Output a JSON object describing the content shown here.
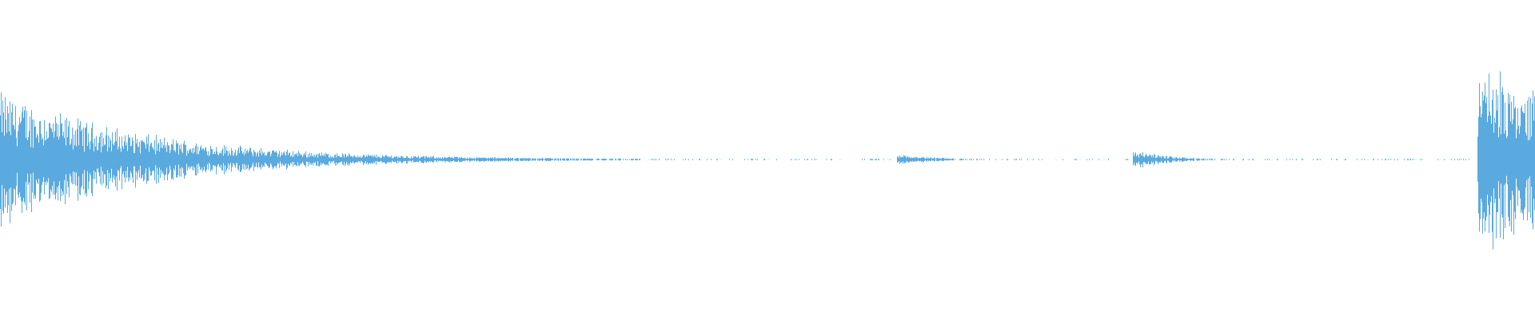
{
  "waveform": {
    "color": "#5aaae0",
    "background": "#ffffff",
    "bursts": [
      {
        "start": 0.0,
        "decay": 0.095,
        "peak": 0.47
      },
      {
        "start": 0.584,
        "decay": 0.022,
        "peak": 0.045
      },
      {
        "start": 0.738,
        "decay": 0.022,
        "peak": 0.07
      },
      {
        "start": 0.962,
        "decay": 0.05,
        "peak": 0.65,
        "sustain": true
      }
    ],
    "noise_floor": 0.004
  }
}
